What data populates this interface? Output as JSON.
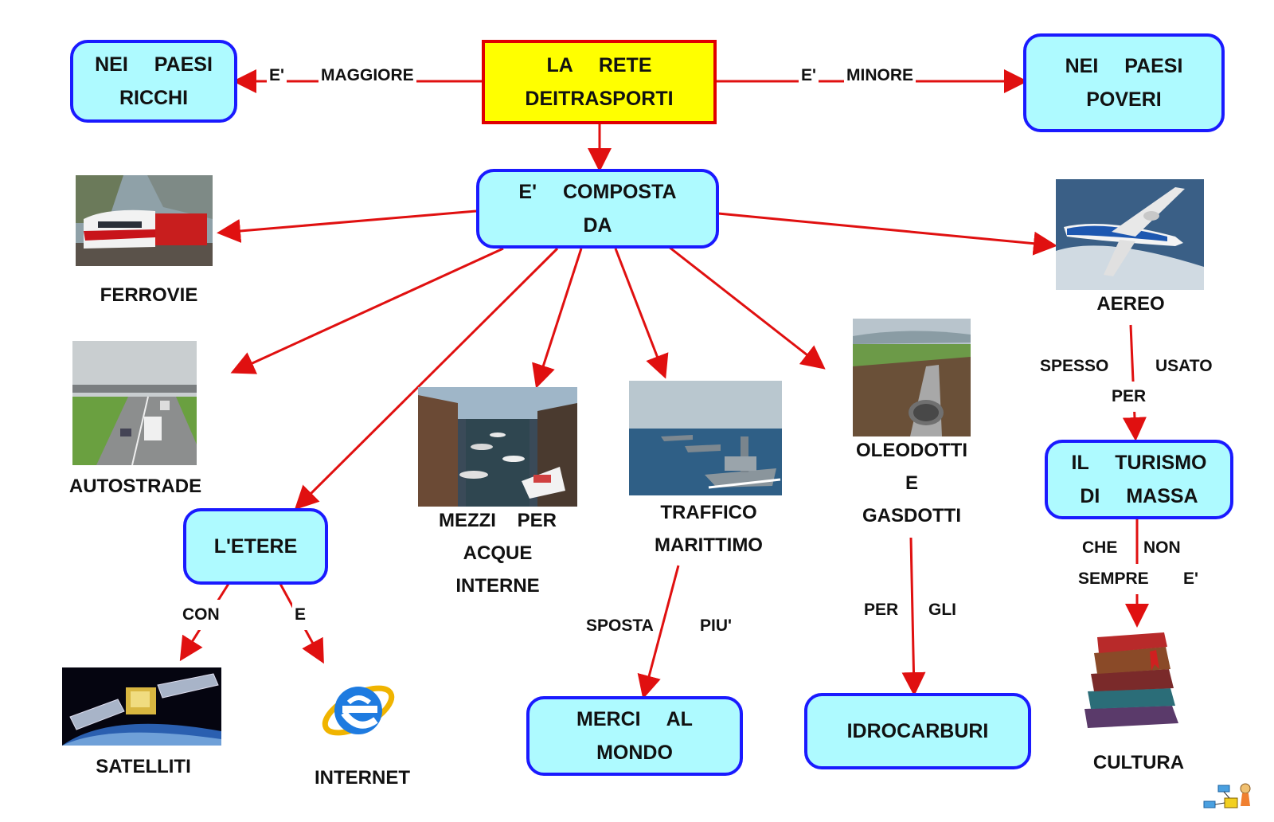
{
  "root": {
    "line1": "LA RETE DEI",
    "line2": "TRASPORTI"
  },
  "left_box": {
    "line1": "NEI PAESI",
    "line2": "RICCHI"
  },
  "right_box": {
    "line1": "NEI PAESI",
    "line2": "POVERI"
  },
  "composta": {
    "line1": "E' COMPOSTA",
    "line2": "DA"
  },
  "etere": {
    "text": "L'ETERE"
  },
  "merci": {
    "line1": "MERCI AL",
    "line2": "MONDO"
  },
  "idrocarburi": {
    "text": "IDROCARBURI"
  },
  "turismo": {
    "line1": "IL TURISMO",
    "line2": "DI MASSA"
  },
  "edges": {
    "maggiore": {
      "a": "E'",
      "b": "MAGGIORE"
    },
    "minore": {
      "a": "E'",
      "b": "MINORE"
    },
    "con": "CON",
    "e_internet": "E",
    "sposta": {
      "a": "SPOSTA",
      "b": "PIU'"
    },
    "per_gli": {
      "a": "PER",
      "b": "GLI"
    },
    "spesso": {
      "a": "SPESSO",
      "b": "USATO",
      "c": "PER"
    },
    "che_non": {
      "a": "CHE",
      "b": "NON",
      "c": "SEMPRE",
      "d": "E'"
    }
  },
  "labels": {
    "ferrovie": "FERROVIE",
    "autostrade": "AUTOSTRADE",
    "satelliti": "SATELLITI",
    "internet": "INTERNET",
    "mezzi": {
      "line1": "MEZZI PER",
      "line2": "ACQUE",
      "line3": "INTERNE"
    },
    "traffico": {
      "line1": "TRAFFICO",
      "line2": "MARITTIMO"
    },
    "oleodotti": {
      "line1": "OLEODOTTI",
      "line2": "E",
      "line3": "GASDOTTI"
    },
    "aereo": "AEREO",
    "cultura": "CULTURA"
  },
  "colors": {
    "arrow": "#e01010",
    "box_fill": "#aefaff",
    "box_border": "#1a1aff",
    "root_fill": "#ffff00",
    "root_border": "#e00000"
  }
}
